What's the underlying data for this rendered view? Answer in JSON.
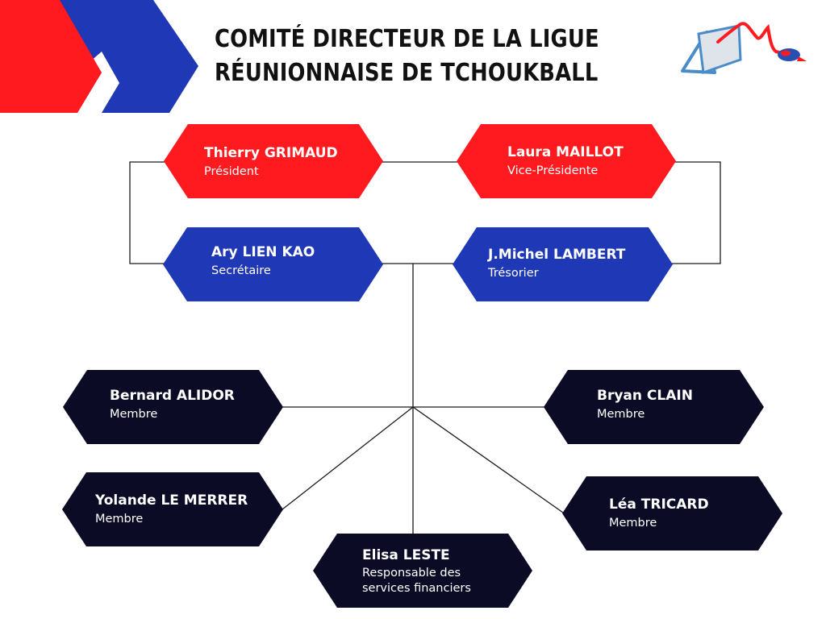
{
  "title": {
    "line1": "COMITÉ DIRECTEUR DE LA LIGUE",
    "line2": "RÉUNIONNAISE DE TCHOUKBALL"
  },
  "colors": {
    "red": "#ff1a1f",
    "blue": "#1f38b5",
    "navy": "#0b0b26",
    "line": "#1a1a1a",
    "logo_blue": "#4a8cc9"
  },
  "members": {
    "president": {
      "name": "Thierry GRIMAUD",
      "role": "Président"
    },
    "vice_president": {
      "name": "Laura MAILLOT",
      "role": "Vice-Présidente"
    },
    "secretary": {
      "name": "Ary LIEN KAO",
      "role": "Secrétaire"
    },
    "treasurer": {
      "name": "J.Michel LAMBERT",
      "role": "Trésorier"
    },
    "member_1": {
      "name": "Bernard ALIDOR",
      "role": "Membre"
    },
    "member_2": {
      "name": "Bryan CLAIN",
      "role": "Membre"
    },
    "member_3": {
      "name": "Yolande LE MERRER",
      "role": "Membre"
    },
    "member_4": {
      "name": "Léa TRICARD",
      "role": "Membre"
    },
    "member_5": {
      "name": "Elisa LESTE",
      "role": "Responsable des\nservices financiers"
    }
  }
}
